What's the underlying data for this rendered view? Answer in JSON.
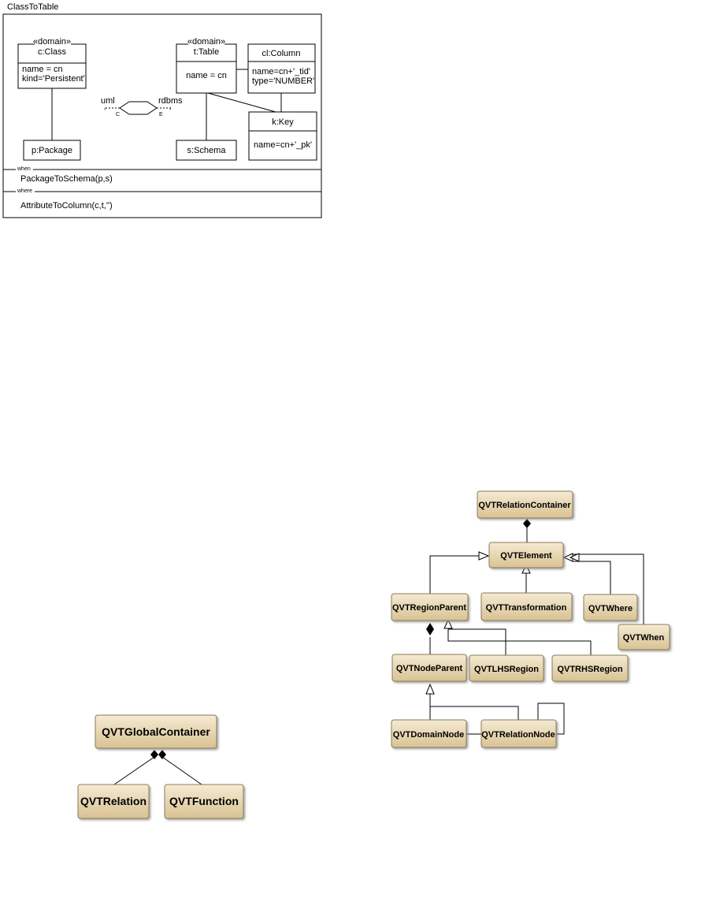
{
  "relation": {
    "name": "ClassToTable",
    "uml_domain": {
      "stereotype": "«domain»",
      "class_name": "c:Class",
      "attr1": "name = cn",
      "attr2": "kind='Persistent'",
      "package": "p:Package"
    },
    "rdbms_domain": {
      "stereotype": "«domain»",
      "table_name": "t:Table",
      "table_attr": "name = cn",
      "column_name": "cl:Column",
      "column_attr1": "name=cn+'_tid'",
      "column_attr2": "type='NUMBER'",
      "key_name": "k:Key",
      "key_attr": "name=cn+'_pk'",
      "schema": "s:Schema"
    },
    "connector": {
      "left_label": "uml",
      "right_label": "rdbms",
      "left_mark": "C",
      "right_mark": "E"
    },
    "when": {
      "label": "when",
      "clause": "PackageToSchema(p,s)"
    },
    "where": {
      "label": "where",
      "clause": "AttributeToColumn(c,t,'')"
    }
  },
  "left_model": {
    "container": "QVTGlobalContainer",
    "children": [
      "QVTRelation",
      "QVTFunction"
    ]
  },
  "right_model": {
    "relation_container": "QVTRelationContainer",
    "element": "QVTElement",
    "region_parent": "QVTRegionParent",
    "transformation": "QVTTransformation",
    "where_node": "QVTWhere",
    "when_node": "QVTWhen",
    "node_parent": "QVTNodeParent",
    "lhs_region": "QVTLHSRegion",
    "rhs_region": "QVTRHSRegion",
    "domain_node": "QVTDomainNode",
    "relation_node": "QVTRelationNode"
  },
  "colors": {
    "box_fill_top": "#f3e7cc",
    "box_fill_bottom": "#dcc69a",
    "box_stroke": "#8a7a5a"
  }
}
